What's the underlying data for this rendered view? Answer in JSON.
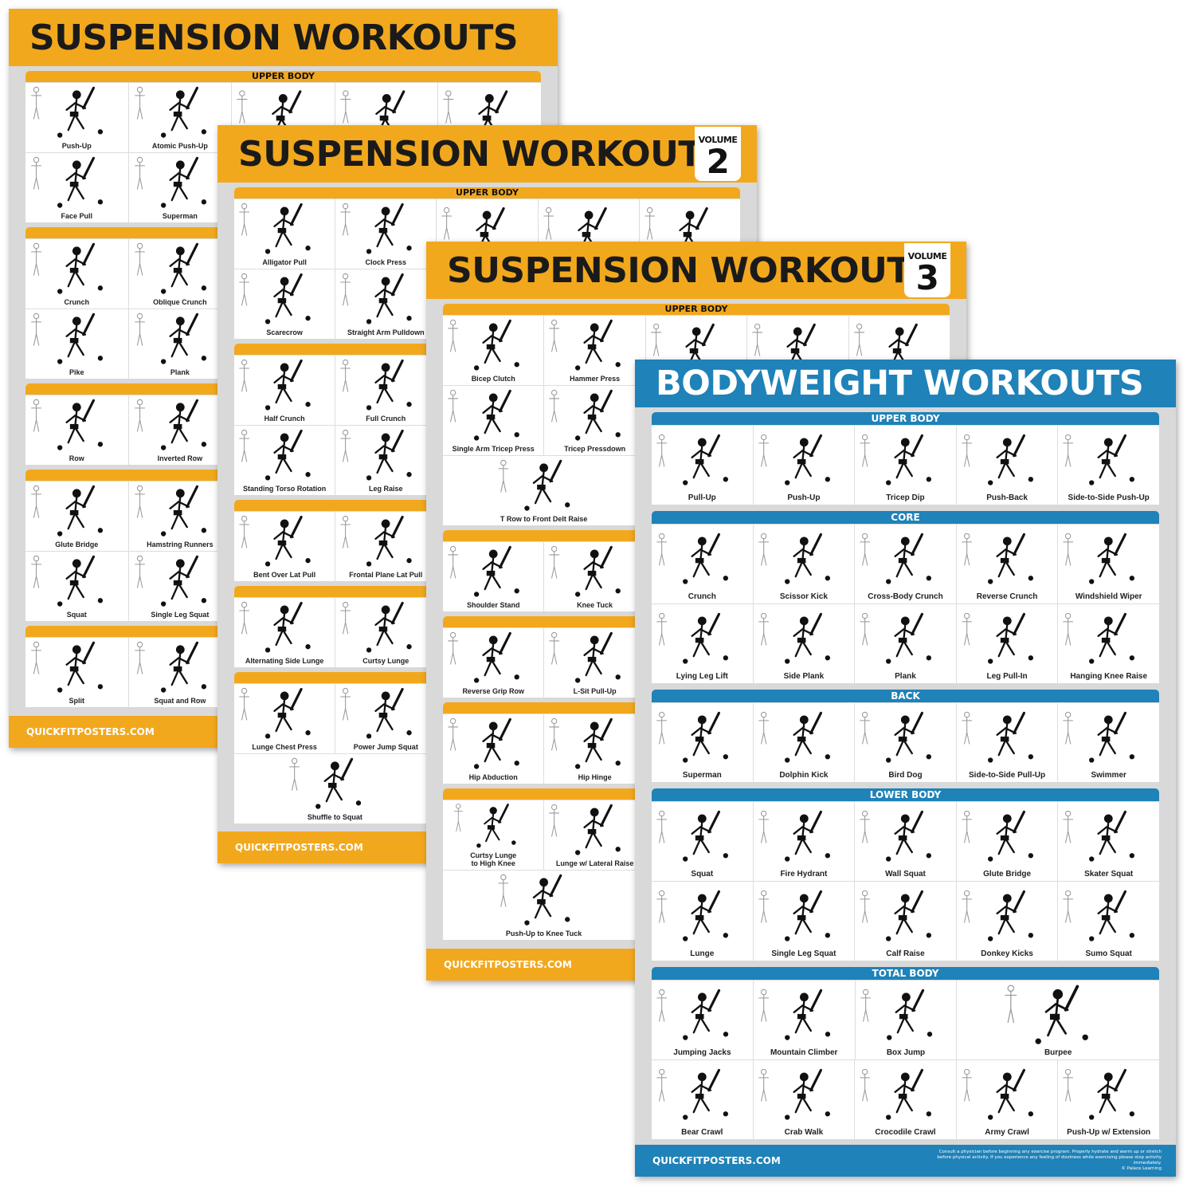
{
  "colors": {
    "suspension": "#F2A81D",
    "bodyweight": "#1F82B8",
    "panel": "#d9d9d9"
  },
  "posters": [
    {
      "id": "suspension-1",
      "title": "SUSPENSION WORKOUTS",
      "footer": "QUICKFITPOSTERS.COM",
      "sections": [
        {
          "title": "UPPER BODY",
          "rows": [
            [
              {
                "label": "Push-Up"
              },
              {
                "label": "Atomic Push-Up"
              }
            ],
            [
              {
                "label": "Face Pull"
              },
              {
                "label": "Superman"
              }
            ]
          ]
        },
        {
          "title": "",
          "rows": [
            [
              {
                "label": "Crunch"
              },
              {
                "label": "Oblique Crunch"
              }
            ],
            [
              {
                "label": "Pike"
              },
              {
                "label": "Plank"
              }
            ]
          ]
        },
        {
          "title": "",
          "rows": [
            [
              {
                "label": "Row"
              },
              {
                "label": "Inverted Row"
              }
            ]
          ]
        },
        {
          "title": "",
          "rows": [
            [
              {
                "label": "Glute Bridge"
              },
              {
                "label": "Hamstring Runners"
              }
            ],
            [
              {
                "label": "Squat"
              },
              {
                "label": "Single Leg Squat"
              }
            ]
          ]
        },
        {
          "title": "",
          "rows": [
            [
              {
                "label": "Split"
              },
              {
                "label": "Squat and Row"
              }
            ]
          ]
        }
      ]
    },
    {
      "id": "suspension-2",
      "title": "SUSPENSION WORKOUTS",
      "volume_label": "VOLUME",
      "volume": "2",
      "footer": "QUICKFITPOSTERS.COM",
      "sections": [
        {
          "title": "UPPER BODY",
          "rows": [
            [
              {
                "label": "Alligator Pull"
              },
              {
                "label": "Clock Press"
              }
            ],
            [
              {
                "label": "Scarecrow"
              },
              {
                "label": "Straight Arm Pulldown"
              }
            ]
          ]
        },
        {
          "title": "",
          "rows": [
            [
              {
                "label": "Half Crunch"
              },
              {
                "label": "Full Crunch"
              }
            ],
            [
              {
                "label": "Standing Torso Rotation"
              },
              {
                "label": "Leg Raise"
              }
            ]
          ]
        },
        {
          "title": "",
          "rows": [
            [
              {
                "label": "Bent Over Lat Pull"
              },
              {
                "label": "Frontal Plane Lat Pull"
              }
            ]
          ]
        },
        {
          "title": "",
          "rows": [
            [
              {
                "label": "Alternating Side Lunge"
              },
              {
                "label": "Curtsy Lunge"
              }
            ]
          ]
        },
        {
          "title": "",
          "rows": [
            [
              {
                "label": "Lunge Chest Press"
              },
              {
                "label": "Power Jump Squat"
              }
            ],
            [
              {
                "label": "Shuffle to Squat",
                "span": 2
              }
            ]
          ]
        }
      ]
    },
    {
      "id": "suspension-3",
      "title": "SUSPENSION WORKOUTS",
      "volume_label": "VOLUME",
      "volume": "3",
      "footer": "QUICKFITPOSTERS.COM",
      "sections": [
        {
          "title": "UPPER BODY",
          "rows": [
            [
              {
                "label": "Bicep Clutch"
              },
              {
                "label": "Hammer Press"
              }
            ],
            [
              {
                "label": "Single Arm Tricep Press"
              },
              {
                "label": "Tricep Pressdown"
              }
            ],
            [
              {
                "label": "T Row to Front Delt Raise",
                "span": 2
              }
            ]
          ]
        },
        {
          "title": "",
          "rows": [
            [
              {
                "label": "Shoulder Stand"
              },
              {
                "label": "Knee Tuck"
              }
            ]
          ]
        },
        {
          "title": "",
          "rows": [
            [
              {
                "label": "Reverse Grip Row"
              },
              {
                "label": "L-Sit Pull-Up"
              }
            ]
          ]
        },
        {
          "title": "",
          "rows": [
            [
              {
                "label": "Hip Abduction"
              },
              {
                "label": "Hip Hinge"
              }
            ]
          ]
        },
        {
          "title": "",
          "rows": [
            [
              {
                "label": "Curtsy Lunge\nto High Knee"
              },
              {
                "label": "Lunge w/ Lateral Raise"
              }
            ],
            [
              {
                "label": "Push-Up to Knee Tuck",
                "span": 2
              }
            ]
          ]
        }
      ]
    },
    {
      "id": "bodyweight",
      "title": "BODYWEIGHT WORKOUTS",
      "footer": "QUICKFITPOSTERS.COM",
      "disclaimer": "Consult a physician before beginning any exercise program. Properly hydrate and warm up or stretch before physical activity. If you experience any feeling of dizziness while exercising please stop activity immediately.",
      "copyright": "© Palace Learning",
      "sections": [
        {
          "title": "UPPER BODY",
          "rows": [
            [
              {
                "label": "Pull-Up"
              },
              {
                "label": "Push-Up"
              },
              {
                "label": "Tricep Dip"
              },
              {
                "label": "Push-Back"
              },
              {
                "label": "Side-to-Side Push-Up"
              }
            ]
          ]
        },
        {
          "title": "CORE",
          "rows": [
            [
              {
                "label": "Crunch"
              },
              {
                "label": "Scissor Kick"
              },
              {
                "label": "Cross-Body Crunch"
              },
              {
                "label": "Reverse Crunch"
              },
              {
                "label": "Windshield Wiper"
              }
            ],
            [
              {
                "label": "Lying Leg Lift"
              },
              {
                "label": "Side Plank"
              },
              {
                "label": "Plank"
              },
              {
                "label": "Leg Pull-In"
              },
              {
                "label": "Hanging Knee Raise"
              }
            ]
          ]
        },
        {
          "title": "BACK",
          "rows": [
            [
              {
                "label": "Superman"
              },
              {
                "label": "Dolphin Kick"
              },
              {
                "label": "Bird Dog"
              },
              {
                "label": "Side-to-Side Pull-Up"
              },
              {
                "label": "Swimmer"
              }
            ]
          ]
        },
        {
          "title": "LOWER BODY",
          "rows": [
            [
              {
                "label": "Squat"
              },
              {
                "label": "Fire Hydrant"
              },
              {
                "label": "Wall Squat"
              },
              {
                "label": "Glute Bridge"
              },
              {
                "label": "Skater Squat"
              }
            ],
            [
              {
                "label": "Lunge"
              },
              {
                "label": "Single Leg Squat"
              },
              {
                "label": "Calf Raise"
              },
              {
                "label": "Donkey Kicks"
              },
              {
                "label": "Sumo Squat"
              }
            ]
          ]
        },
        {
          "title": "TOTAL BODY",
          "rows": [
            [
              {
                "label": "Jumping Jacks"
              },
              {
                "label": "Mountain Climber"
              },
              {
                "label": "Box Jump"
              },
              {
                "label": "Burpee",
                "span": 2
              }
            ],
            [
              {
                "label": "Bear Crawl"
              },
              {
                "label": "Crab Walk"
              },
              {
                "label": "Crocodile Crawl"
              },
              {
                "label": "Army Crawl"
              },
              {
                "label": "Push-Up w/ Extension"
              }
            ]
          ]
        }
      ]
    }
  ]
}
